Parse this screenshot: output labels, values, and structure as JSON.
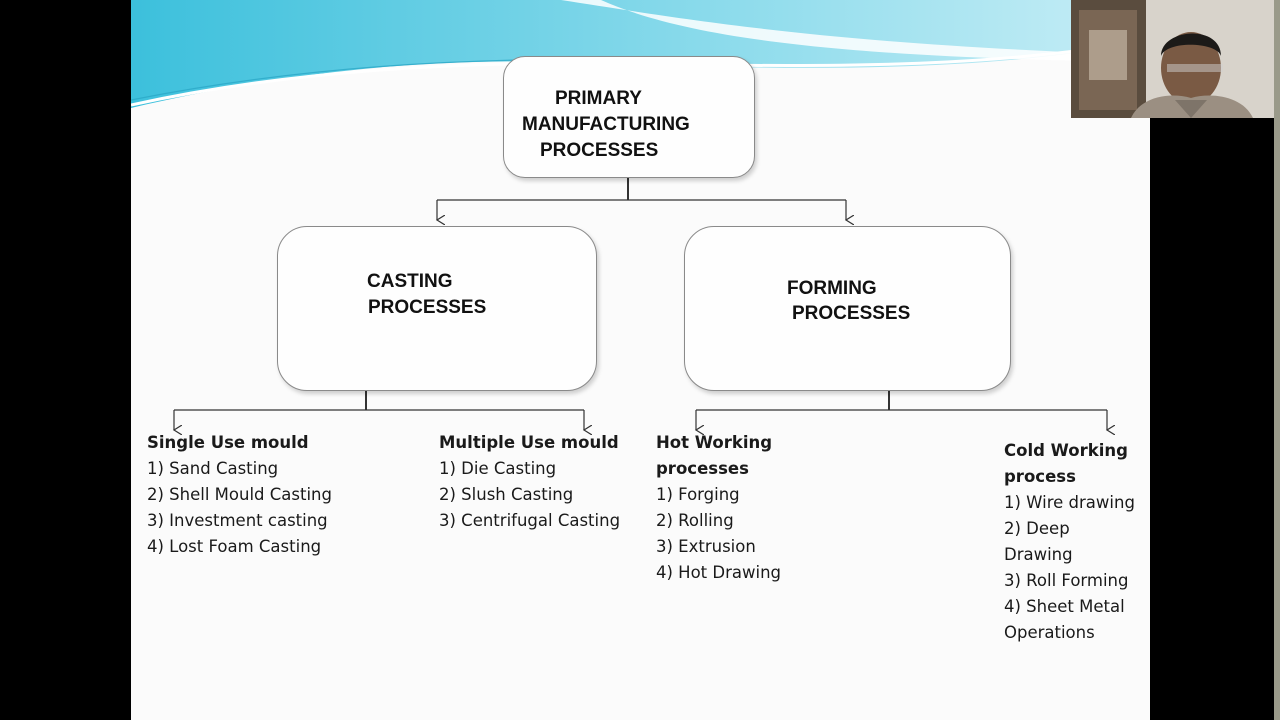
{
  "diagram": {
    "root": {
      "line1": "PRIMARY",
      "line2": "MANUFACTURING",
      "line3": "PROCESSES"
    },
    "casting": {
      "line1": "CASTING",
      "line2": "PROCESSES"
    },
    "forming": {
      "line1": "FORMING",
      "line2": "PROCESSES"
    },
    "single_use": {
      "heading": "Single Use mould",
      "items": [
        "1) Sand Casting",
        "2) Shell Mould Casting",
        "3) Investment casting",
        "4) Lost Foam Casting"
      ]
    },
    "multiple_use": {
      "heading": "Multiple Use mould",
      "items": [
        "1) Die Casting",
        "2) Slush Casting",
        "3) Centrifugal Casting"
      ]
    },
    "hot_working": {
      "heading_line1": "Hot Working",
      "heading_line2": "processes",
      "items": [
        "1) Forging",
        "2) Rolling",
        "3) Extrusion",
        "4) Hot Drawing"
      ]
    },
    "cold_working": {
      "heading_line1": "Cold Working",
      "heading_line2": "process",
      "items": [
        "1) Wire drawing",
        "2) Deep",
        "Drawing",
        "3) Roll Forming",
        "4) Sheet Metal",
        "Operations"
      ]
    }
  },
  "colors": {
    "wave_blue": "#5ec8e0",
    "slide_bg": "#fbfbfb",
    "box_border": "#8a8a8a"
  },
  "webcam": {
    "icon": "presenter-webcam-feed"
  }
}
